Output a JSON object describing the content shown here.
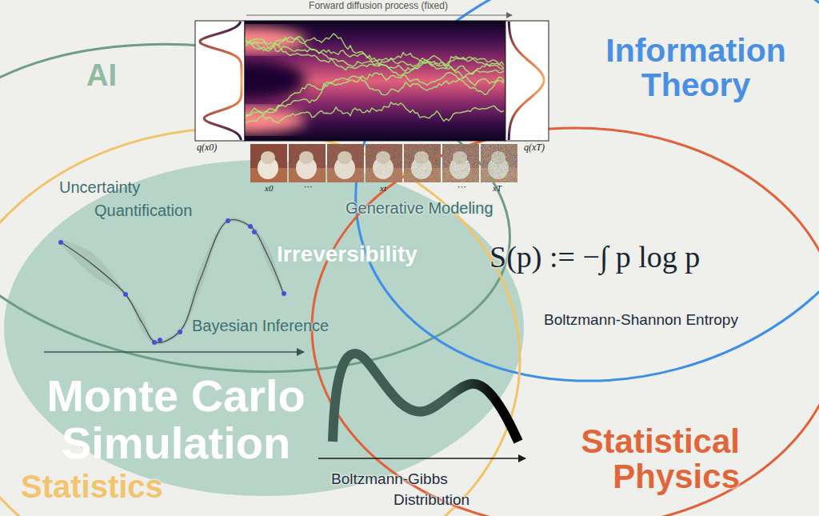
{
  "diagram": {
    "nodes": [
      {
        "text": [
          "AI"
        ]
      },
      {
        "text": [
          "Information Theory"
        ]
      },
      {
        "text": [
          "Monte Carlo Simulation"
        ]
      },
      {
        "text": [
          "Statistics"
        ]
      },
      {
        "text": [
          "Statistical Physics"
        ]
      }
    ],
    "labels": [
      "Forward diffusion process (fixed)",
      "q(x0)",
      "x0",
      "⋯",
      "xt",
      "⋯",
      "xT",
      "q(xT)",
      "Uncertainty Quantification",
      "Generative Modeling",
      "Irreversibility",
      "S(p) := −∫ p log p",
      "Bayesian Inference",
      "Boltzmann-Shannon Entropy",
      "Boltzmann-Gibbs Distribution"
    ]
  }
}
